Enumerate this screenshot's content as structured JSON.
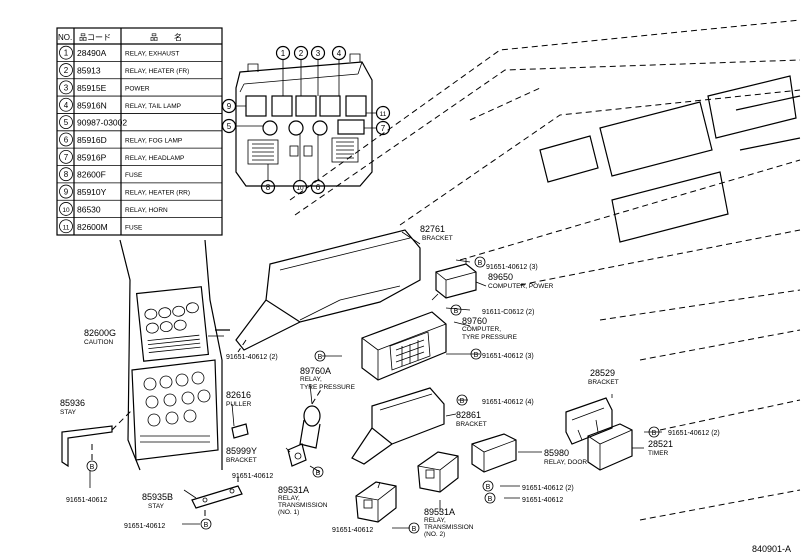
{
  "table": {
    "header": [
      "NO.",
      "品コード",
      "品　　名"
    ],
    "rows": [
      {
        "no": "1",
        "code": "28490A",
        "name": "RELAY, EXHAUST"
      },
      {
        "no": "2",
        "code": "85913",
        "name": "RELAY, HEATER (FR)"
      },
      {
        "no": "3",
        "code": "85915E",
        "name": "POWER"
      },
      {
        "no": "4",
        "code": "85916N",
        "name": "RELAY, TAIL LAMP"
      },
      {
        "no": "5",
        "code": "90987-03002",
        "name": ""
      },
      {
        "no": "6",
        "code": "85916D",
        "name": "RELAY, FOG LAMP"
      },
      {
        "no": "7",
        "code": "85916P",
        "name": "RELAY, HEADLAMP"
      },
      {
        "no": "8",
        "code": "82600F",
        "name": "FUSE"
      },
      {
        "no": "9",
        "code": "85910Y",
        "name": "RELAY, HEATER (RR)"
      },
      {
        "no": "10",
        "code": "86530",
        "name": "RELAY, HORN"
      },
      {
        "no": "11",
        "code": "82600M",
        "name": "FUSE"
      }
    ]
  },
  "relay_block_callouts": [
    "1",
    "2",
    "3",
    "4",
    "9",
    "5",
    "11",
    "7",
    "8",
    "10",
    "6"
  ],
  "bolt_symbol": "B",
  "labels": {
    "l82761": "82761",
    "l82761d": "BRACKET",
    "l89650": "89650",
    "l89650d": "COMPUTER, POWER",
    "l91651_3a": "91651-40612 (3)",
    "l91611": "91611-C0612 (2)",
    "l89760": "89760",
    "l89760d1": "COMPUTER,",
    "l89760d2": "TYRE PRESSURE",
    "l91651_3b": "91651-40612 (3)",
    "l91651_2a": "91651-40612 (2)",
    "l82600G": "82600G",
    "l82600Gd": "CAUTION",
    "l89760A": "89760A",
    "l89760Ad1": "RELAY,",
    "l89760Ad2": "TYRE PRESSURE",
    "l82616": "82616",
    "l82616d": "PULLER",
    "l91651_4": "91651-40612 (4)",
    "l82861": "82861",
    "l82861d": "BRACKET",
    "l28529": "28529",
    "l28529d": "BRACKET",
    "l85936": "85936",
    "l85936d": "STAY",
    "l85999Y": "85999Y",
    "l85999Yd": "BRACKET",
    "l91651_a": "91651-40612",
    "l91651_2b": "91651-40612 (2)",
    "l28521": "28521",
    "l28521d": "TIMER",
    "l85980": "85980",
    "l85980d": "RELAY, DOOR",
    "l89531A1": "89531A",
    "l89531A1d1": "RELAY,",
    "l89531A1d2": "TRANSMISSION",
    "l89531A1d3": "(NO. 1)",
    "l91651_2c": "91651-40612 (2)",
    "l91651_b": "91651-40612",
    "l85935B": "85935B",
    "l85935Bd": "STAY",
    "l91651_c": "91651-40612",
    "l91651_d": "91651-40612",
    "l91651_e": "91651-40612",
    "l89531A2": "89531A",
    "l89531A2d1": "RELAY,",
    "l89531A2d2": "TRANSMISSION",
    "l89531A2d3": "(NO. 2)",
    "diagram_id": "840901-A"
  }
}
